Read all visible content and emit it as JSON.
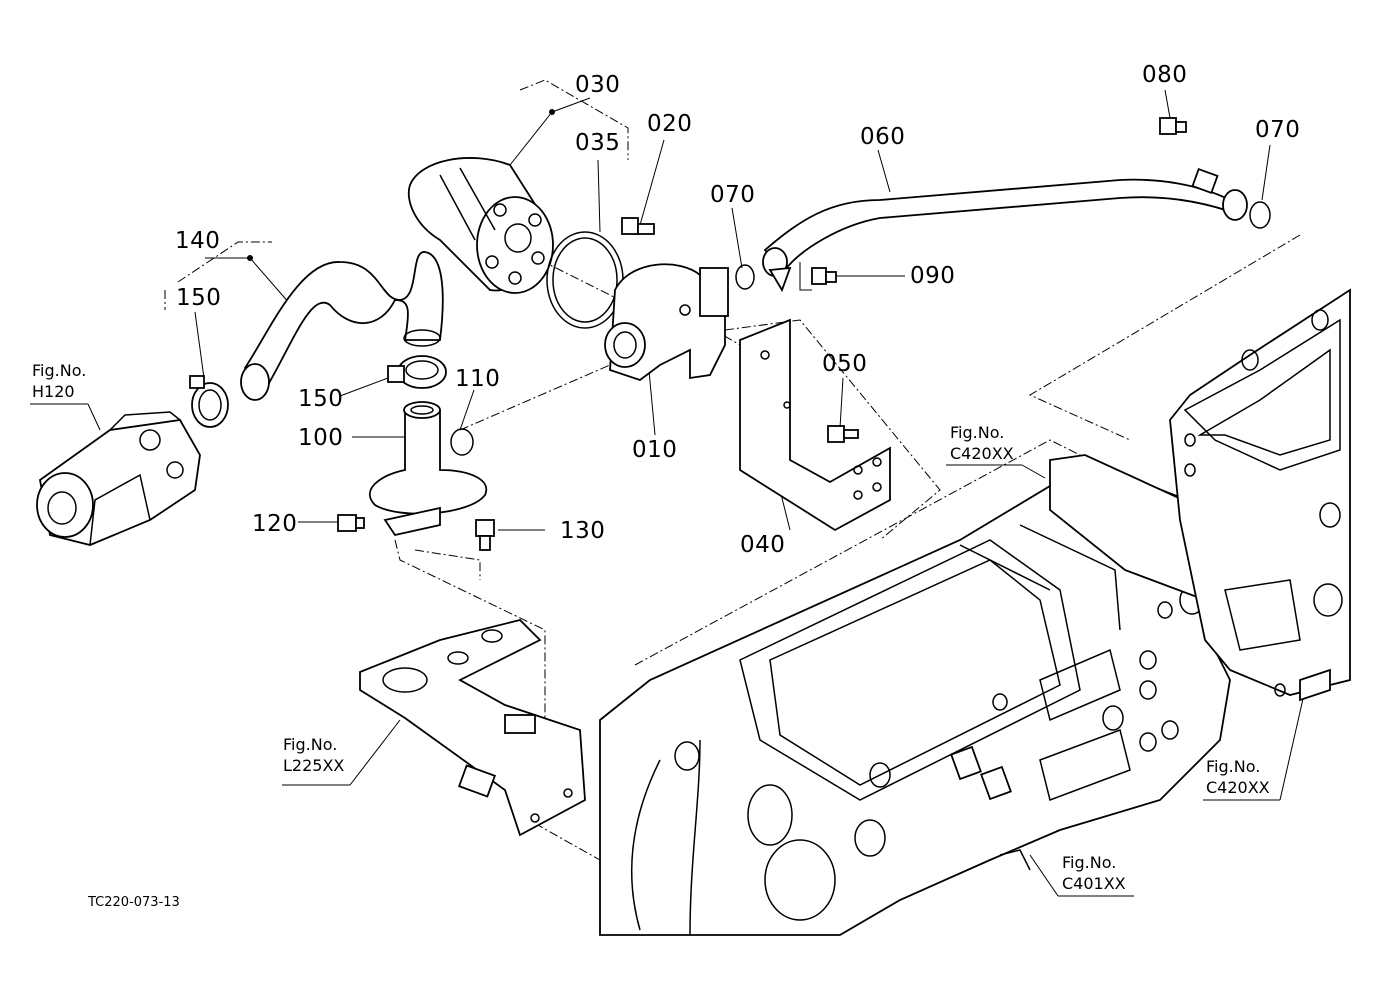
{
  "labels": {
    "p030": "030",
    "p035": "035",
    "p020": "020",
    "p070a": "070",
    "p060": "060",
    "p080": "080",
    "p070b": "070",
    "p090": "090",
    "p140": "140",
    "p150a": "150",
    "p150b": "150",
    "p110": "110",
    "p100": "100",
    "p010": "010",
    "p050": "050",
    "p040": "040",
    "p120": "120",
    "p130": "130"
  },
  "figrefs": {
    "h120": {
      "top": "Fig.No.",
      "bottom": "H120"
    },
    "c420a": {
      "top": "Fig.No.",
      "bottom": "C420XX"
    },
    "l225": {
      "top": "Fig.No.",
      "bottom": "L225XX"
    },
    "c420b": {
      "top": "Fig.No.",
      "bottom": "C420XX"
    },
    "c401": {
      "top": "Fig.No.",
      "bottom": "C401XX"
    }
  },
  "drawing_code": "TC220-073-13"
}
